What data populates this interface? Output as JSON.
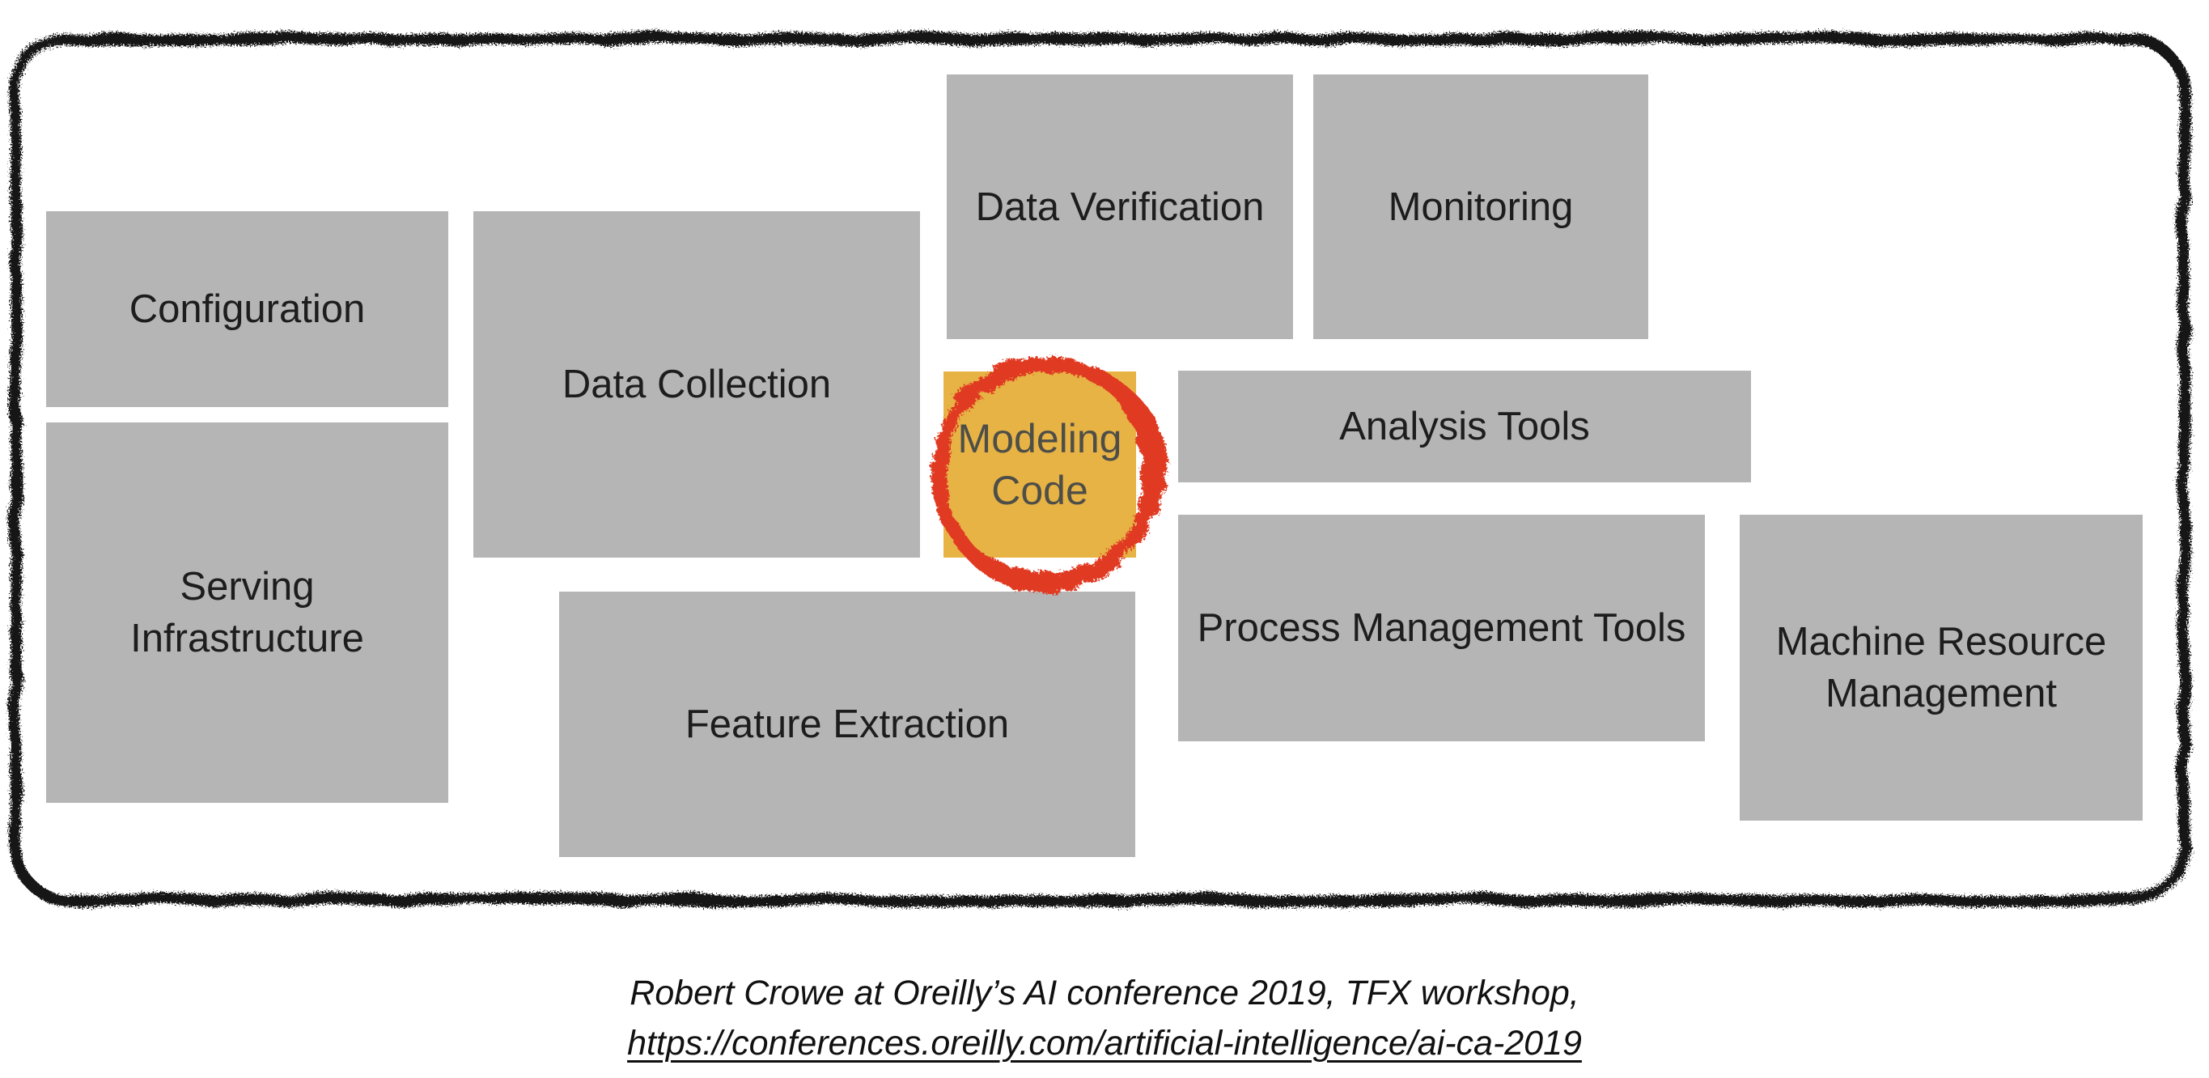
{
  "slide": {
    "boxes": [
      {
        "id": "configuration",
        "label": "Configuration"
      },
      {
        "id": "serving-infrastructure",
        "label": "Serving\nInfrastructure"
      },
      {
        "id": "data-collection",
        "label": "Data Collection"
      },
      {
        "id": "data-verification",
        "label": "Data Verification"
      },
      {
        "id": "monitoring",
        "label": "Monitoring"
      },
      {
        "id": "analysis-tools",
        "label": "Analysis Tools"
      },
      {
        "id": "process-management-tools",
        "label": "Process Management Tools"
      },
      {
        "id": "feature-extraction",
        "label": "Feature Extraction"
      },
      {
        "id": "machine-resource-management",
        "label": "Machine Resource\nManagement"
      },
      {
        "id": "modeling-code",
        "label": "Modeling\nCode",
        "highlighted": true
      }
    ],
    "colors": {
      "box_gray": "#b5b5b5",
      "label_text": "#1d1d1d",
      "highlight_orange": "#e7b345",
      "highlight_text": "#4e4e48",
      "marker_red": "#e03a24",
      "border_black": "#151515",
      "caption_text": "#111111"
    }
  },
  "caption": {
    "line1": "Robert Crowe at Oreilly’s AI conference 2019, TFX workshop,",
    "link_text": "https://conferences.oreilly.com/artificial-intelligence/ai-ca-2019"
  }
}
